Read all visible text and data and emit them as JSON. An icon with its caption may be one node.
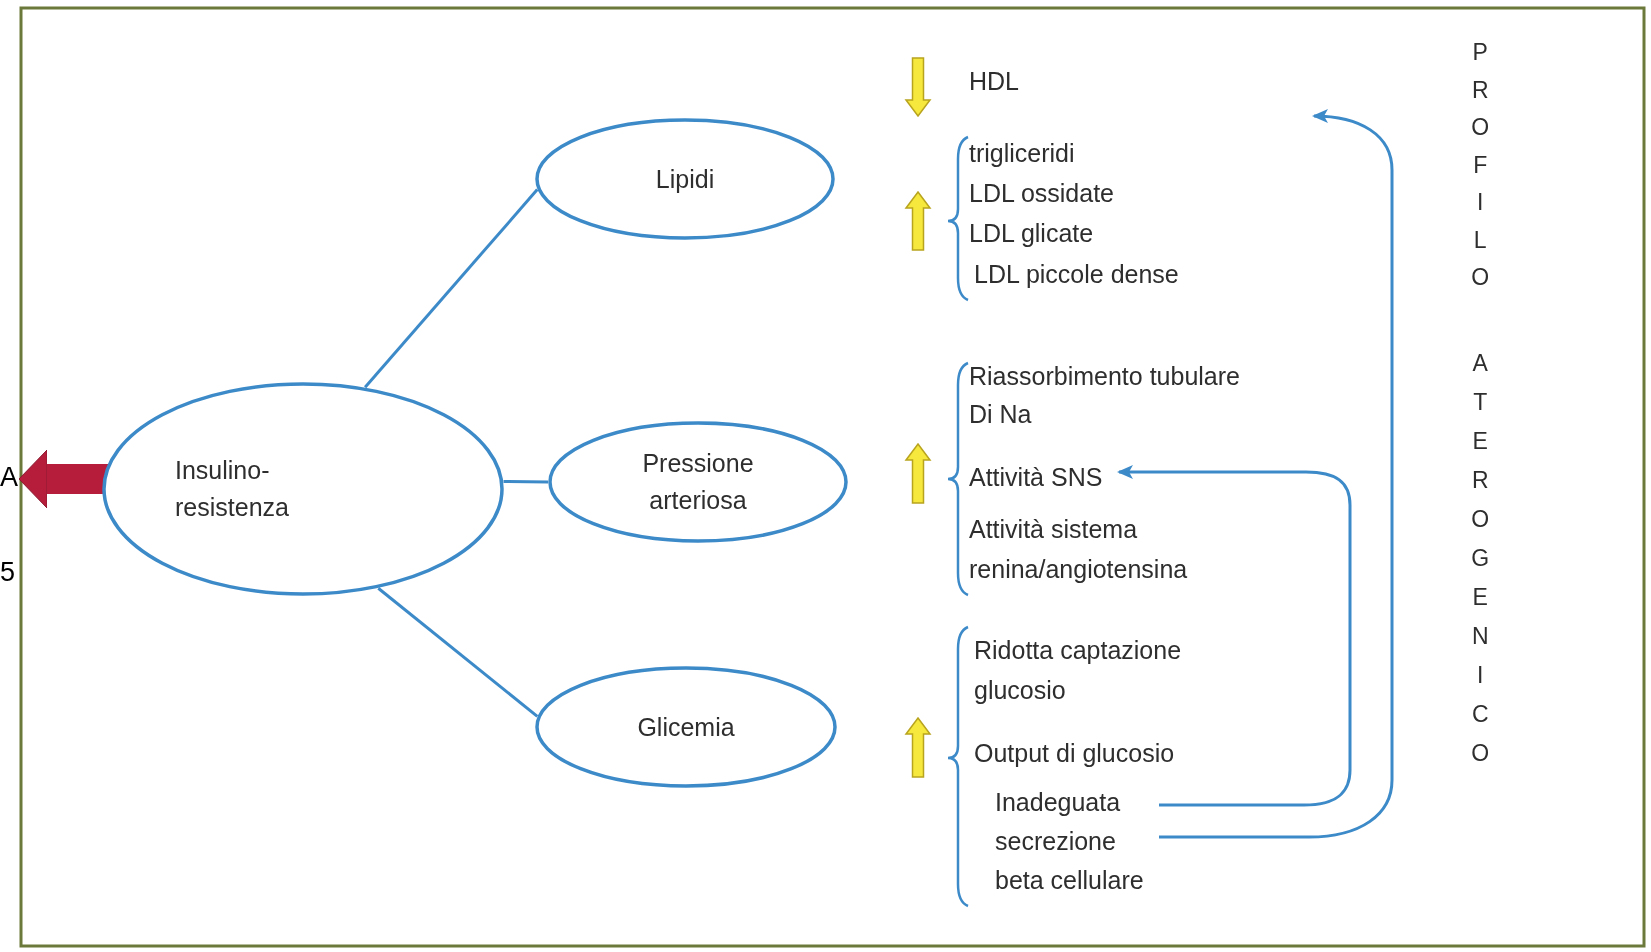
{
  "diagram": {
    "nodes": [
      {
        "text": [
          "Insulino-resistenza"
        ]
      },
      {
        "text": [
          "Lipidi"
        ]
      },
      {
        "text": [
          "Pressione arteriosa"
        ]
      },
      {
        "text": [
          "Glicemia"
        ]
      },
      {
        "text": [
          "A"
        ]
      },
      {
        "text": [
          "Attività SNS"
        ]
      },
      {
        "text": [
          "Inadeguata secrezione beta cellulare"
        ]
      }
    ],
    "edges": [
      {
        "from": 0,
        "to": 1,
        "arrow": "none"
      },
      {
        "from": 0,
        "to": 2,
        "arrow": "none"
      },
      {
        "from": 0,
        "to": 3,
        "arrow": "none"
      },
      {
        "from": 0,
        "to": 4,
        "arrow": "to",
        "style": "thick",
        "color": "#b51d3b"
      },
      {
        "from": 6,
        "to": 5,
        "arrow": "to"
      },
      {
        "from": 6,
        "to": null,
        "arrow": "to"
      }
    ],
    "labels": [
      "5",
      "HDL",
      "trigliceridi",
      "LDL ossidate",
      "LDL glicate",
      "LDL piccole dense",
      "Riassorbimento tubulare Di Na",
      "Attività sistema renina/angiotensina",
      "Ridotta captazione glucosio",
      "Output di glucosio",
      "PROFILO",
      "ATEROGENICO"
    ]
  }
}
